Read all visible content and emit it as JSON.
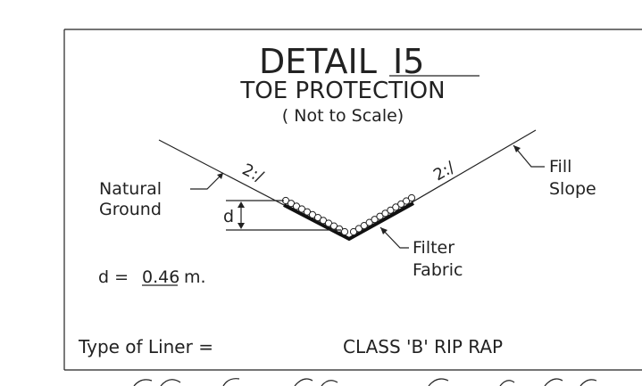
{
  "detail": {
    "word": "DETAIL",
    "number": "I5",
    "subtitle": "TOE PROTECTION",
    "scale_note": "( Not to Scale)"
  },
  "slopes": {
    "left_ratio": "2:/",
    "right_ratio": "2:/"
  },
  "labels": {
    "natural_ground_line1": "Natural",
    "natural_ground_line2": "Ground",
    "fill_slope_line1": "Fill",
    "fill_slope_line2": "Slope",
    "filter_fabric_line1": "Filter",
    "filter_fabric_line2": "Fabric",
    "depth_symbol": "d"
  },
  "depth_spec": {
    "prefix": "d =",
    "value": "0.46",
    "unit": "m."
  },
  "liner": {
    "label": "Type of Liner  =",
    "value": "CLASS 'B' RIP RAP"
  },
  "colors": {
    "ink": "#222222",
    "background": "#ffffff"
  }
}
